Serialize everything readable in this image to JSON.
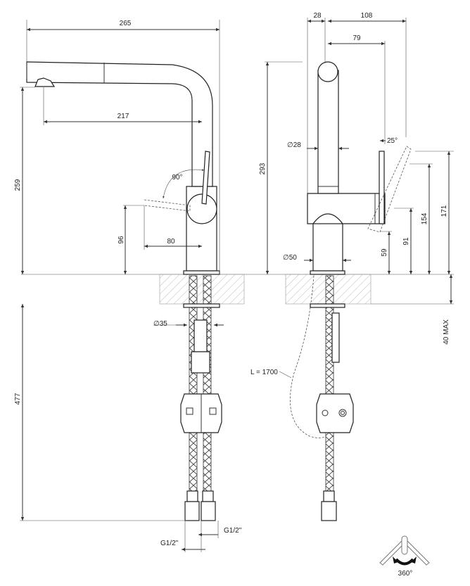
{
  "title": "Pull-out kitchen mixer technical drawing",
  "side_view": {
    "overall_width": "265",
    "spout_reach": "217",
    "spout_height": "259",
    "lever_angle": "90°",
    "lever_height": "96",
    "lever_reach": "80",
    "hose_diameter": "∅35",
    "hose_length": "477",
    "thread_left": "G1/2\"",
    "thread_right": "G1/2\""
  },
  "front_view": {
    "spout_width": "28",
    "lever_projection": "108",
    "lever_reach": "79",
    "total_height": "293",
    "tube_diameter": "∅28",
    "lever_angle": "25°",
    "height_171": "171",
    "height_154": "154",
    "height_91": "91",
    "height_59": "59",
    "base_diameter": "∅50",
    "counter_thickness": "40 MAX",
    "pullout_hose": "L = 1700"
  },
  "rotation_icon": {
    "label": "360°"
  }
}
